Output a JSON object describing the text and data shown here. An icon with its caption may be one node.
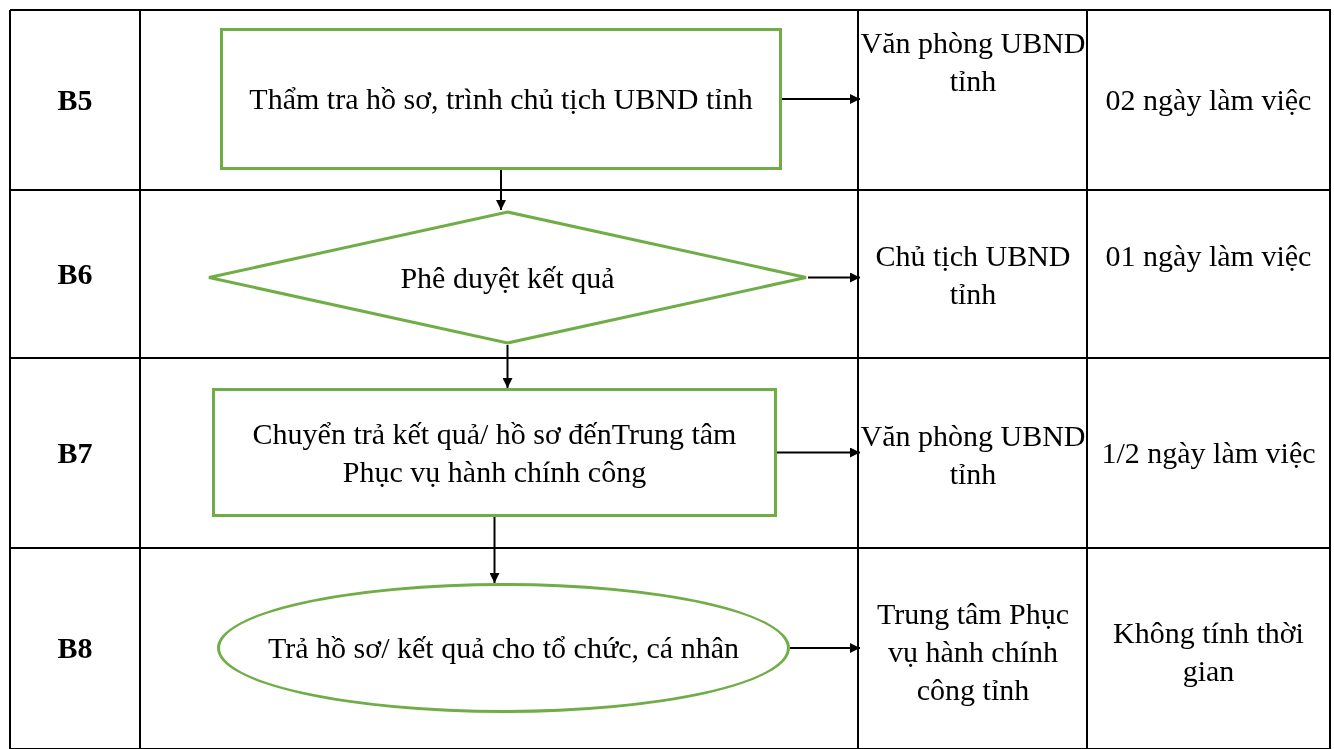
{
  "diagram": {
    "nodes": [
      {
        "text": [
          "Thẩm tra hồ sơ, trình chủ tịch UBND tỉnh"
        ]
      },
      {
        "text": [
          "Văn phòng UBND tỉnh"
        ]
      },
      {
        "text": [
          "Phê duyệt kết quả"
        ]
      },
      {
        "text": [
          "Chủ tịch UBND tỉnh"
        ]
      },
      {
        "text": [
          "Chuyển trả kết quả/ hồ sơ đếnTrung tâm Phục vụ hành chính công"
        ]
      },
      {
        "text": [
          "Văn phòng UBND tỉnh"
        ]
      },
      {
        "text": [
          "Trả hồ sơ/ kết quả cho tổ chức, cá nhân"
        ]
      },
      {
        "text": [
          "Trung tâm Phục vụ hành chính công tỉnh"
        ]
      }
    ],
    "edges": [
      {
        "from": 0,
        "to": 1,
        "arrow": "to"
      },
      {
        "from": 0,
        "to": 2,
        "arrow": "to"
      },
      {
        "from": 2,
        "to": 3,
        "arrow": "to"
      },
      {
        "from": 2,
        "to": 4,
        "arrow": "to"
      },
      {
        "from": 4,
        "to": 5,
        "arrow": "to"
      },
      {
        "from": 4,
        "to": 6,
        "arrow": "to"
      },
      {
        "from": 6,
        "to": 7,
        "arrow": "to"
      }
    ],
    "labels": [
      "B5",
      "02 ngày làm việc",
      "B6",
      "01 ngày làm việc",
      "B7",
      "1/2 ngày làm việc",
      "B8",
      "Không tính thời gian"
    ]
  }
}
